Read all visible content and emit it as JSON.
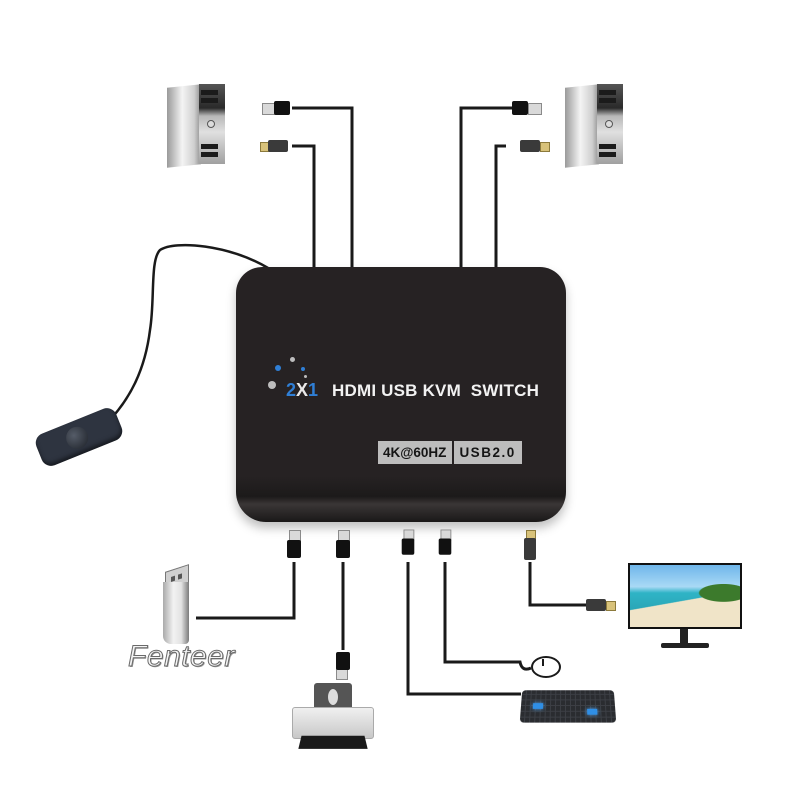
{
  "product": {
    "logo_prefix": {
      "two": "2",
      "x": "X",
      "one": "1"
    },
    "title": "HDMI USB KVM  SWITCH",
    "badges": [
      {
        "label": "4K@60HZ"
      },
      {
        "label": "USB2.0"
      }
    ]
  },
  "watermark": {
    "text": "Fenteer"
  },
  "devices": {
    "pc_left": {
      "icon": "desktop-tower-icon",
      "connectors": [
        "usb-a",
        "hdmi"
      ]
    },
    "pc_right": {
      "icon": "desktop-tower-icon",
      "connectors": [
        "usb-a",
        "hdmi"
      ]
    },
    "remote_switch": {
      "icon": "wired-remote-button-icon"
    },
    "usb_drive": {
      "icon": "usb-flash-drive-icon"
    },
    "printer": {
      "icon": "printer-icon"
    },
    "keyboard": {
      "icon": "keyboard-icon"
    },
    "mouse": {
      "icon": "mouse-icon"
    },
    "monitor": {
      "icon": "monitor-icon"
    }
  },
  "colors": {
    "box": "#262223",
    "logo_blue": "#2f7fd6",
    "title_text": "#f2f2f2",
    "badge_bg": "#bdbdbd",
    "wire": "#1a1a1a",
    "hdmi_gold": "#d8c27a"
  }
}
